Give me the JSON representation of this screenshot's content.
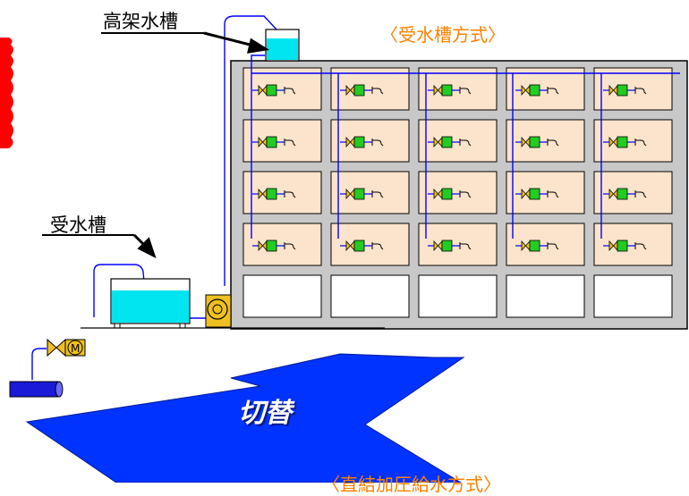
{
  "labels": {
    "title_top": "〈受水槽方式〉",
    "title_bottom": "〈直結加圧給水方式〉",
    "elevated_tank": "高架水槽",
    "receiving_tank": "受水槽",
    "switch": "切替"
  },
  "building": {
    "floors_with_units": 4,
    "empty_floors": 1,
    "units_per_floor": 5
  },
  "colors": {
    "unit_fill": "#fce4cc",
    "wall": "#c8c8c8",
    "water": "#00e5f0",
    "pipe": "#0000ff",
    "meter": "#22cc22",
    "valve": "#f0c020",
    "arrow": "#0033ff",
    "red_accent": "#ff0000",
    "title": "#ff8000"
  }
}
